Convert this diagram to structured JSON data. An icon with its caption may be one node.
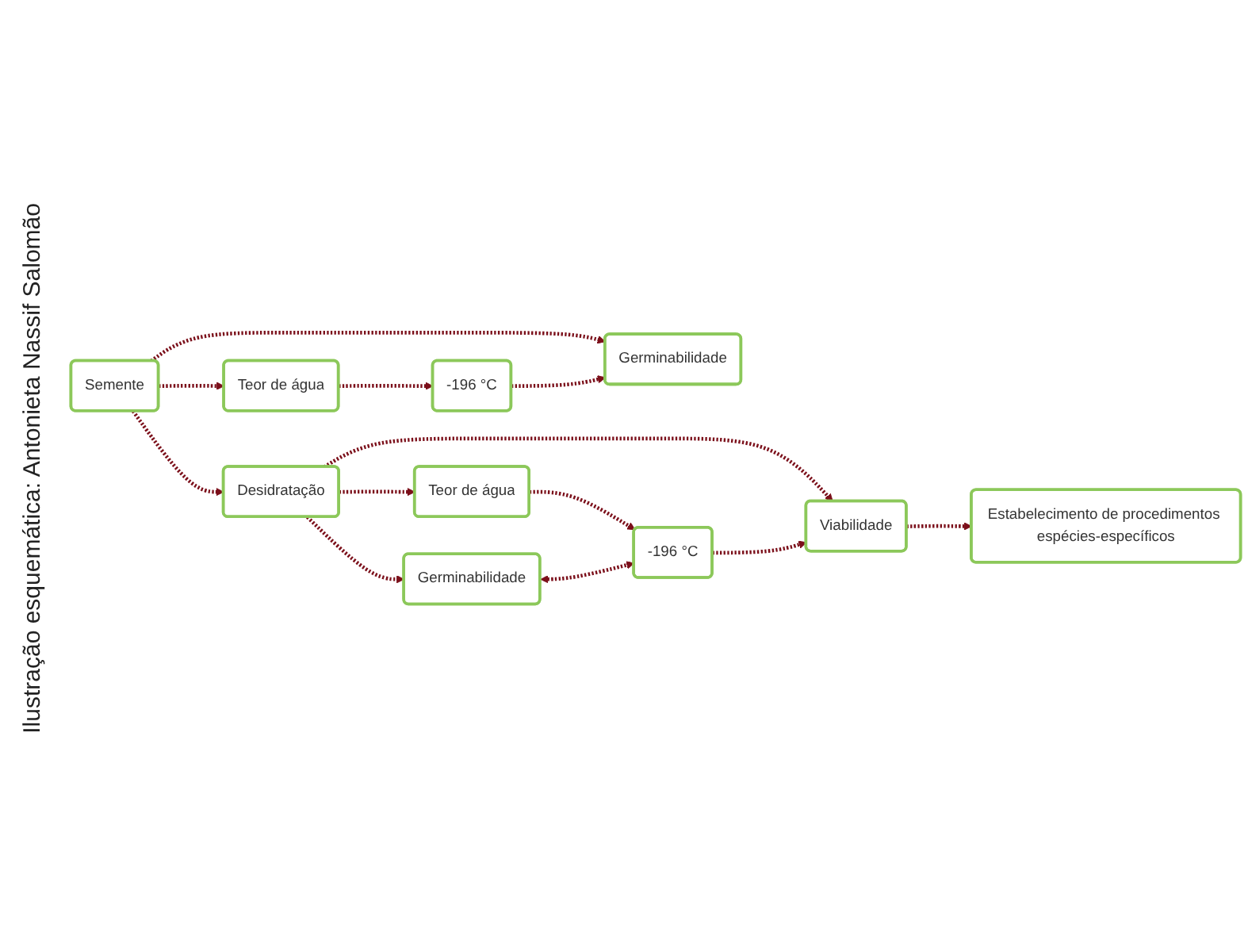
{
  "diagram": {
    "nodes": [
      {
        "text": [
          "Semente"
        ]
      },
      {
        "text": [
          "Teor de água"
        ]
      },
      {
        "text": [
          "-196 °C"
        ]
      },
      {
        "text": [
          "Germinabilidade"
        ]
      },
      {
        "text": [
          "Desidratação"
        ]
      },
      {
        "text": [
          "Teor de água"
        ]
      },
      {
        "text": [
          "-196 °C"
        ]
      },
      {
        "text": [
          "Germinabilidade"
        ]
      },
      {
        "text": [
          "Viabilidade"
        ]
      },
      {
        "text": [
          "Estabelecimento de procedimentos espécies-específicos"
        ]
      }
    ],
    "edges": [
      {
        "from": 0,
        "to": 1,
        "arrow": "to",
        "style": "dashed"
      },
      {
        "from": 0,
        "to": 3,
        "arrow": "to",
        "style": "dashed"
      },
      {
        "from": 1,
        "to": 2,
        "arrow": "to",
        "style": "dashed"
      },
      {
        "from": 2,
        "to": 3,
        "arrow": "to",
        "style": "dashed"
      },
      {
        "from": 0,
        "to": 4,
        "arrow": "to",
        "style": "dashed"
      },
      {
        "from": 4,
        "to": 5,
        "arrow": "to",
        "style": "dashed"
      },
      {
        "from": 4,
        "to": 7,
        "arrow": "to",
        "style": "dashed"
      },
      {
        "from": 4,
        "to": 8,
        "arrow": "to",
        "style": "dashed"
      },
      {
        "from": 5,
        "to": 6,
        "arrow": "to",
        "style": "dashed"
      },
      {
        "from": 7,
        "to": 6,
        "arrow": "both",
        "style": "dashed"
      },
      {
        "from": 6,
        "to": 8,
        "arrow": "to",
        "style": "dashed"
      },
      {
        "from": 8,
        "to": 9,
        "arrow": "to",
        "style": "dashed"
      }
    ],
    "labels": [
      "Ilustração esquemática: Antonieta Nassif Salomão"
    ]
  }
}
